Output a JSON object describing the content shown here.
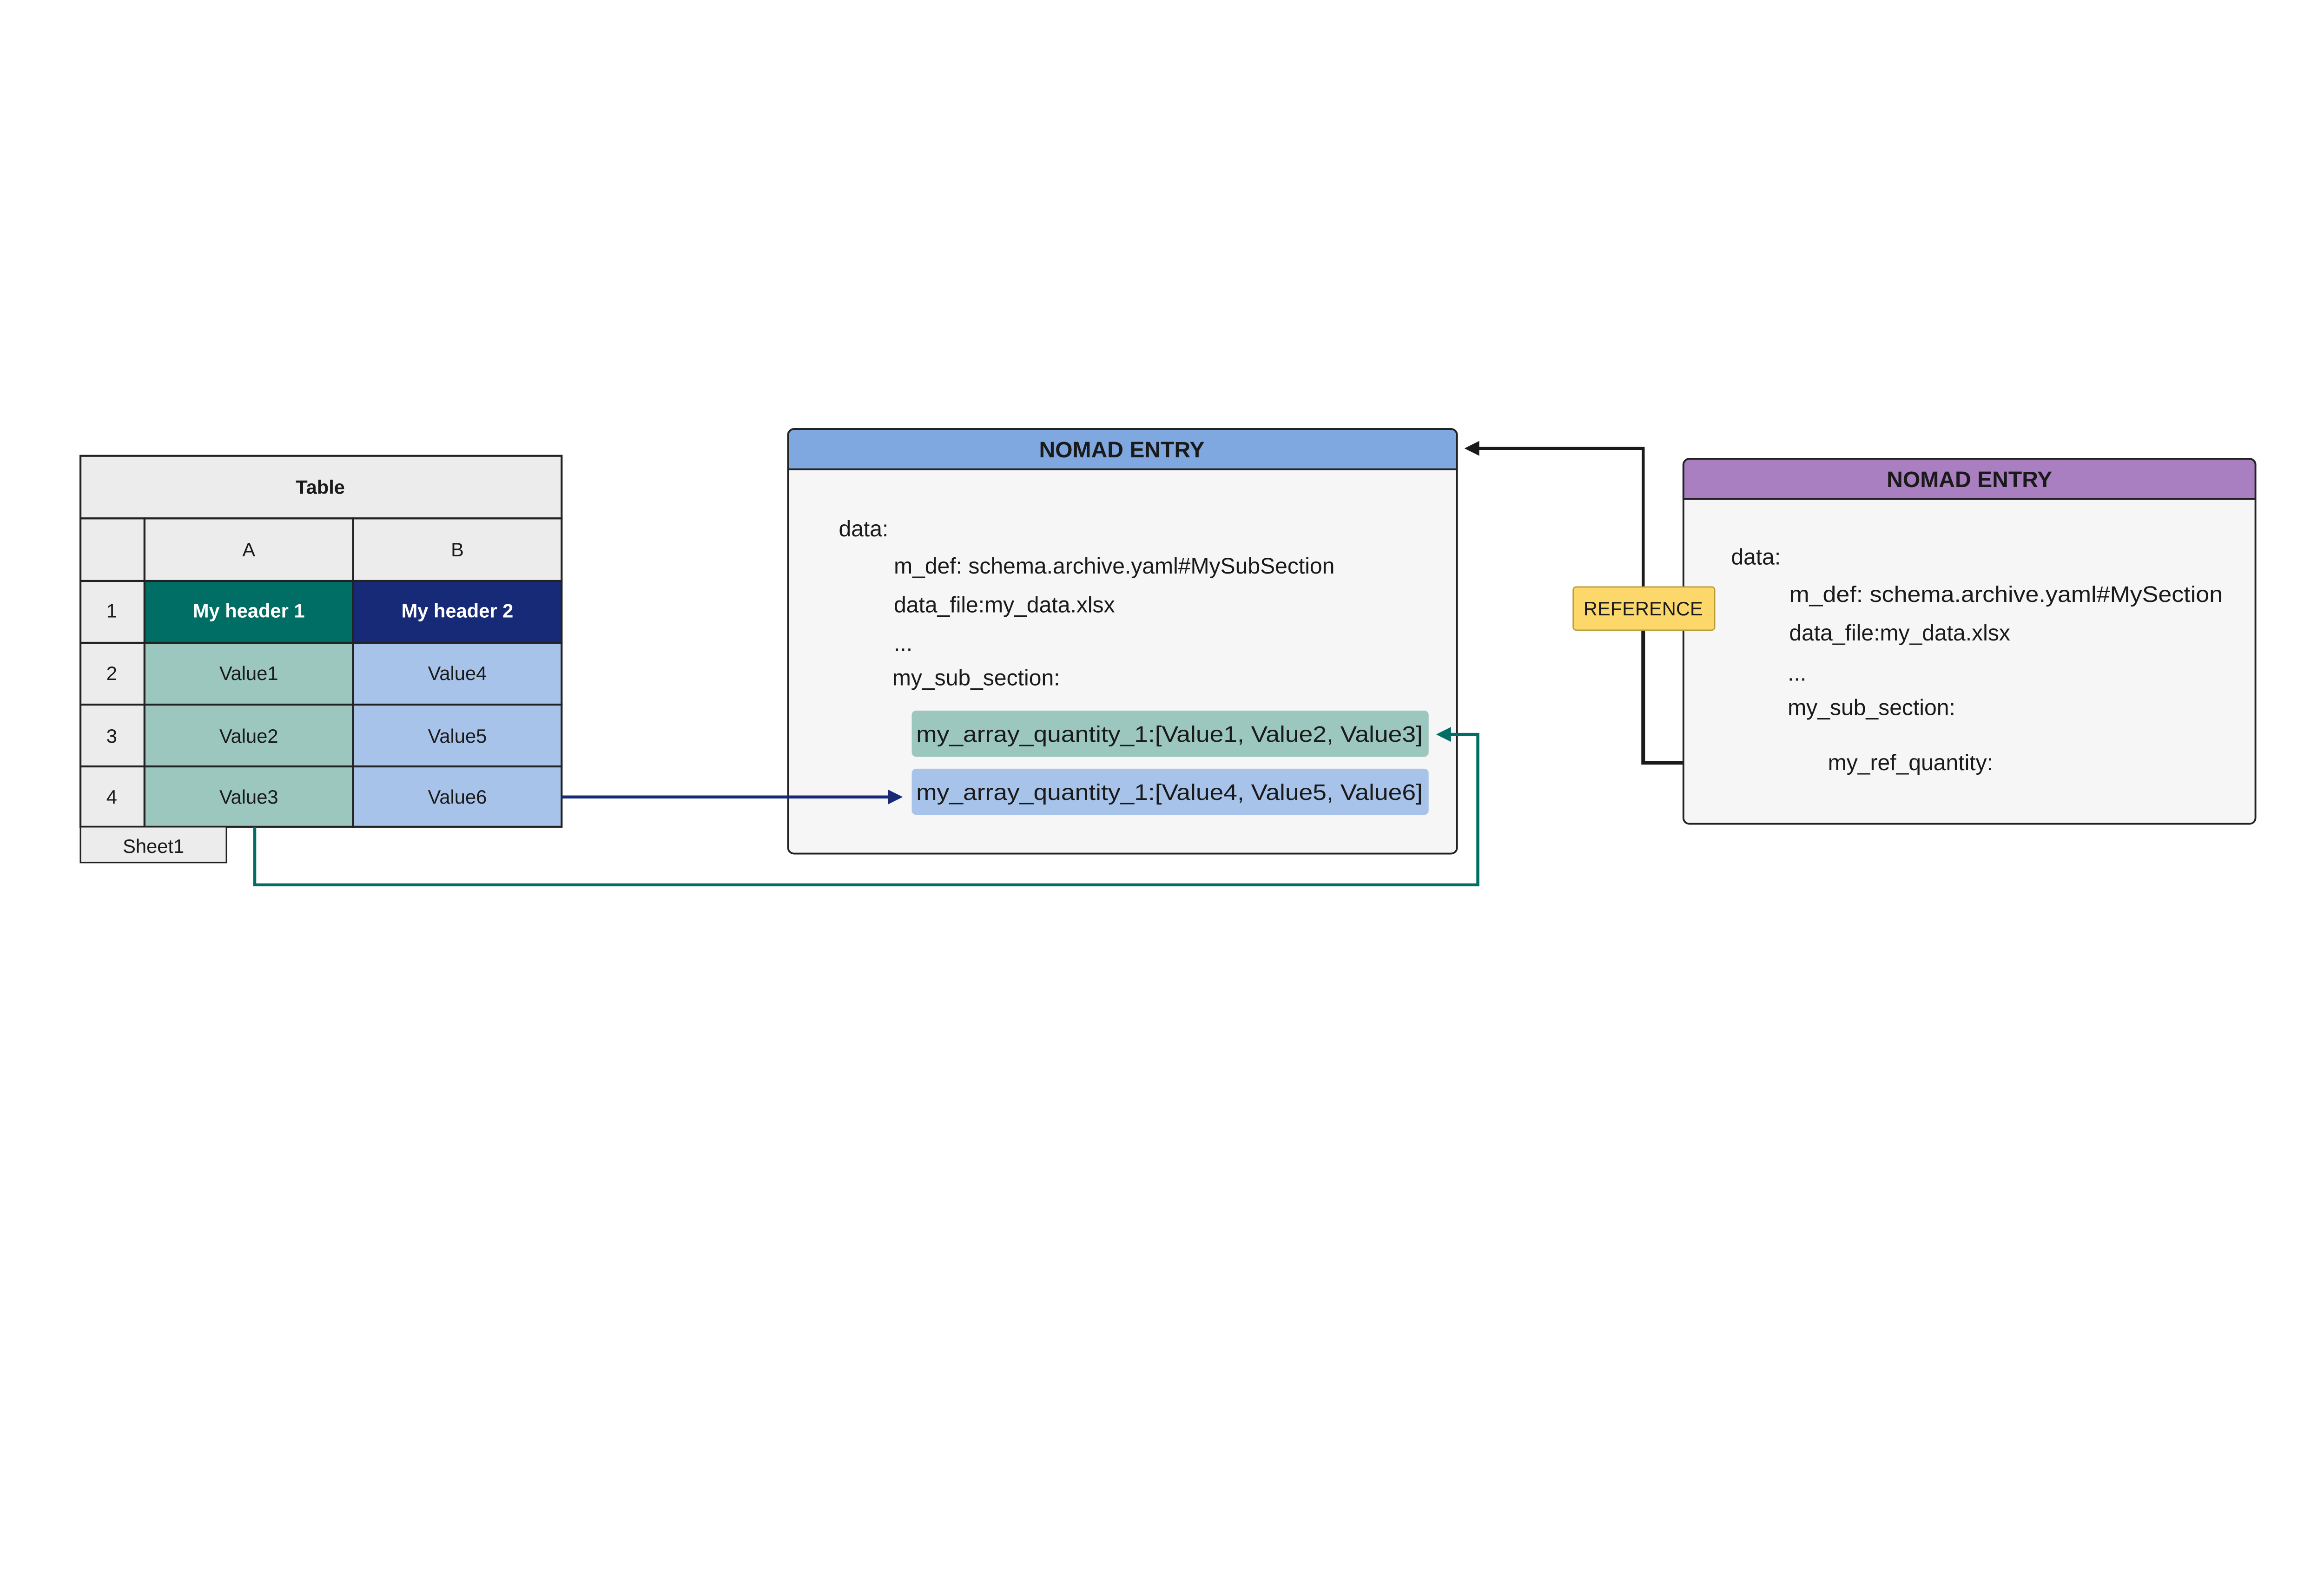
{
  "colors": {
    "teal_header": "#006e64",
    "navy_header": "#172a78",
    "teal_light": "#9bc7bf",
    "blue_light": "#a8c3ea",
    "entry_blue": "#7fa7e0",
    "entry_purple": "#a97fc1",
    "reference_yellow": "#fcd86a"
  },
  "table": {
    "title": "Table",
    "columns": [
      "A",
      "B"
    ],
    "row_numbers": [
      "1",
      "2",
      "3",
      "4"
    ],
    "headers": [
      "My header 1",
      "My header 2"
    ],
    "rows": [
      [
        "Value1",
        "Value4"
      ],
      [
        "Value2",
        "Value5"
      ],
      [
        "Value3",
        "Value6"
      ]
    ],
    "sheet_tab": "Sheet1"
  },
  "entry_main": {
    "title": "NOMAD ENTRY",
    "lines": [
      "data:",
      "m_def: schema.archive.yaml#MySubSection",
      "data_file:my_data.xlsx",
      "...",
      "my_sub_section:"
    ],
    "quantity_1": "my_array_quantity_1:[Value1, Value2, Value3]",
    "quantity_2": "my_array_quantity_1:[Value4, Value5, Value6]"
  },
  "reference_label": "REFERENCE",
  "entry_ref": {
    "title": "NOMAD ENTRY",
    "lines": [
      "data:",
      "m_def: schema.archive.yaml#MySection",
      "data_file:my_data.xlsx",
      "...",
      "my_sub_section:"
    ],
    "ref_quantity": "my_ref_quantity:"
  }
}
